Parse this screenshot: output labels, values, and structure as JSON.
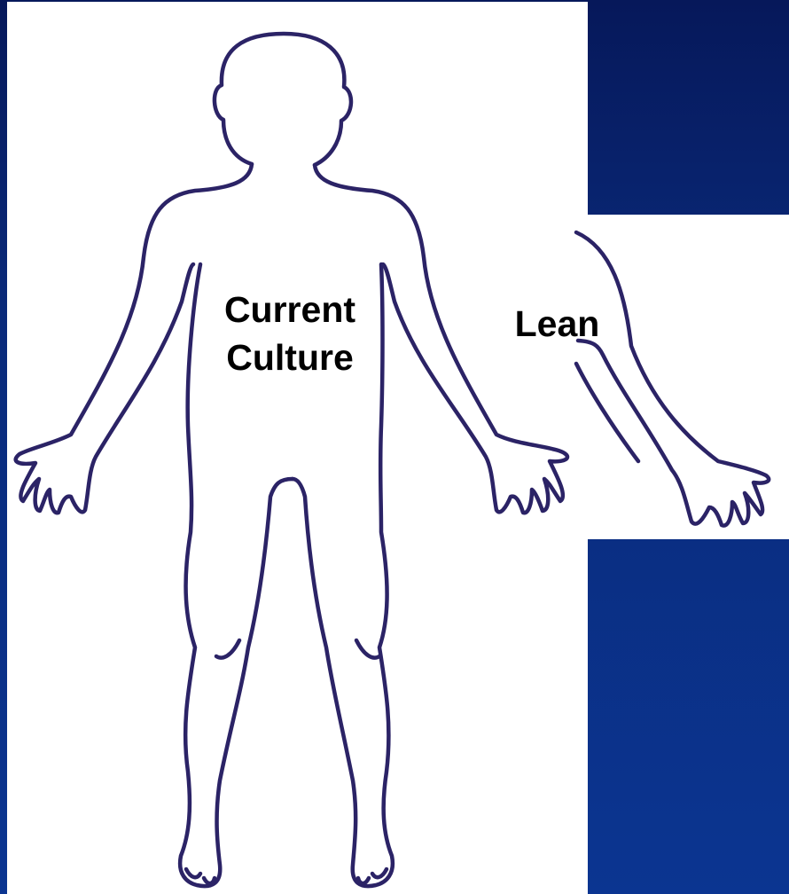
{
  "labels": {
    "current_culture_line1": "Current",
    "current_culture_line2": "Culture",
    "lean": "Lean"
  },
  "colors": {
    "background_top": "#06185a",
    "background_bottom": "#0b3591",
    "outline": "#2b2366",
    "panel": "#ffffff"
  }
}
